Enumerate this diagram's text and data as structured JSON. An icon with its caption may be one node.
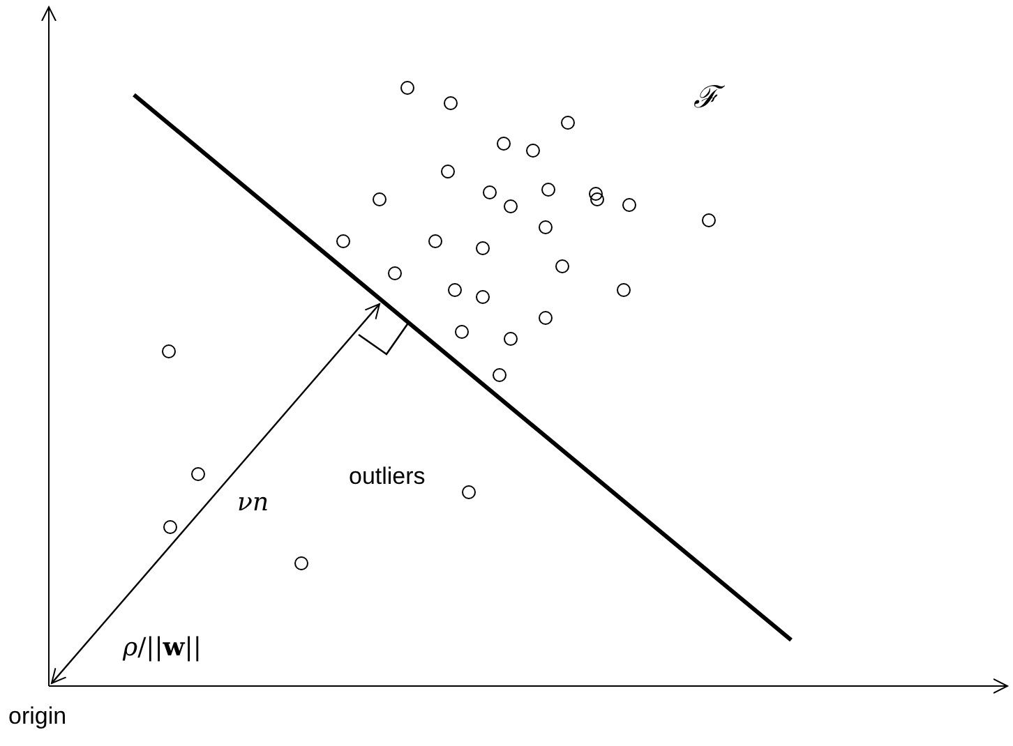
{
  "diagram": {
    "labels": [
      "ℱ",
      "outliers",
      "νn",
      "*ρ*/||**w**||",
      "origin"
    ]
  }
}
